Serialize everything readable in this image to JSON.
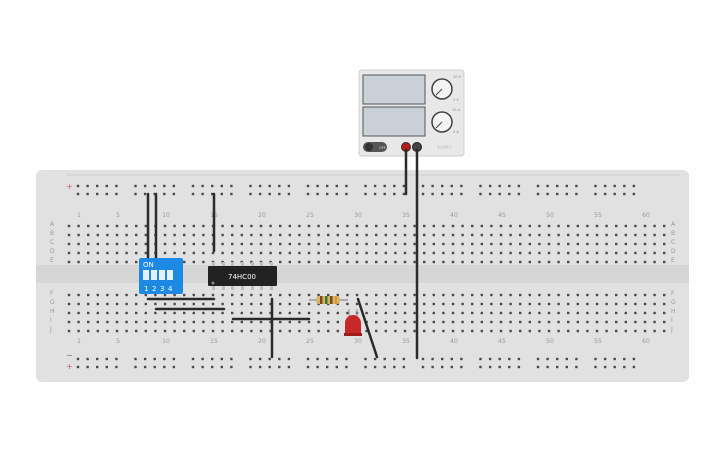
{
  "breadboard": {
    "row_letters_top": [
      "A",
      "B",
      "C",
      "D",
      "E"
    ],
    "row_letters_bottom": [
      "F",
      "G",
      "H",
      "I",
      "J"
    ],
    "column_numbers": [
      "1",
      "5",
      "10",
      "15",
      "20",
      "25",
      "30",
      "35",
      "40",
      "45",
      "50",
      "55",
      "60"
    ],
    "rail_plus": "+",
    "rail_minus": "−"
  },
  "dip_switch": {
    "on_label": "ON",
    "switch_numbers": [
      "1",
      "2",
      "3",
      "4"
    ],
    "color": "#1e88e5"
  },
  "ic_chip": {
    "label": "74HC00"
  },
  "power_supply": {
    "button_label": "OFF",
    "knob1_top": "20 V",
    "knob1_bottom": "0 V",
    "knob2_top": "10 A",
    "knob2_bottom": "0 A",
    "brand": "SUPPLY"
  },
  "colors": {
    "wire": "#2b2b2b",
    "led": "#c62828",
    "terminal_pos": "#b71c1c",
    "terminal_neg": "#424242"
  }
}
